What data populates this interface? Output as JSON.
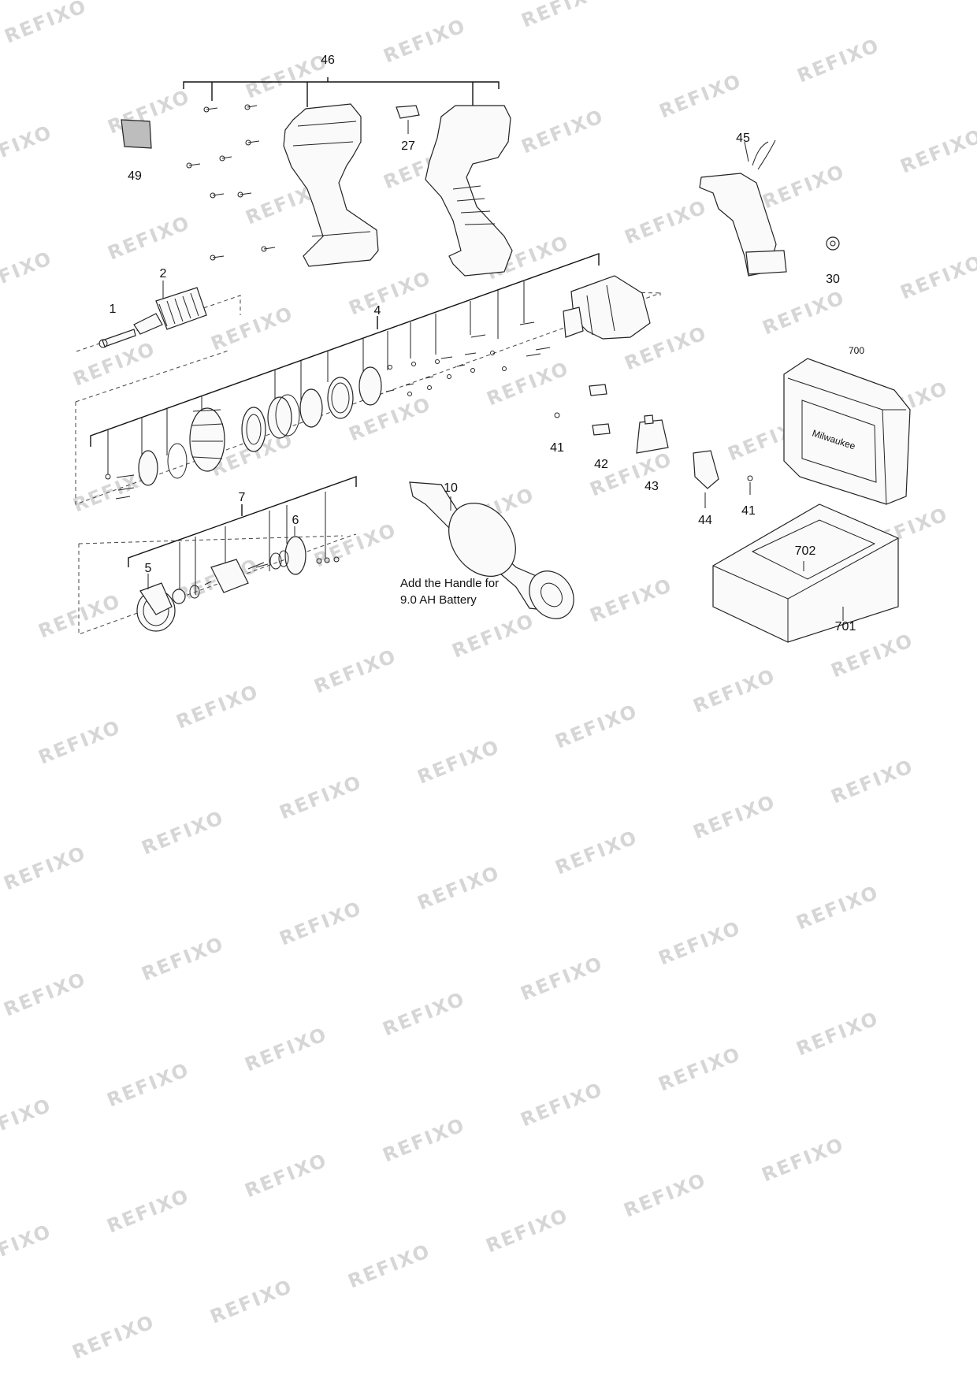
{
  "diagram": {
    "part_labels": {
      "p46": "46",
      "p49": "49",
      "p27": "27",
      "p45": "45",
      "p30": "30",
      "p2": "2",
      "p1": "1",
      "p4": "4",
      "p700": "700",
      "p41a": "41",
      "p42": "42",
      "p43": "43",
      "p44": "44",
      "p41b": "41",
      "p7": "7",
      "p10": "10",
      "p6": "6",
      "p5": "5",
      "p702": "702",
      "p701": "701"
    },
    "note": {
      "line1": "Add the Handle for",
      "line2": "9.0 AH Battery"
    },
    "case_brand": "Milwaukee",
    "watermark": "REFIXO"
  }
}
